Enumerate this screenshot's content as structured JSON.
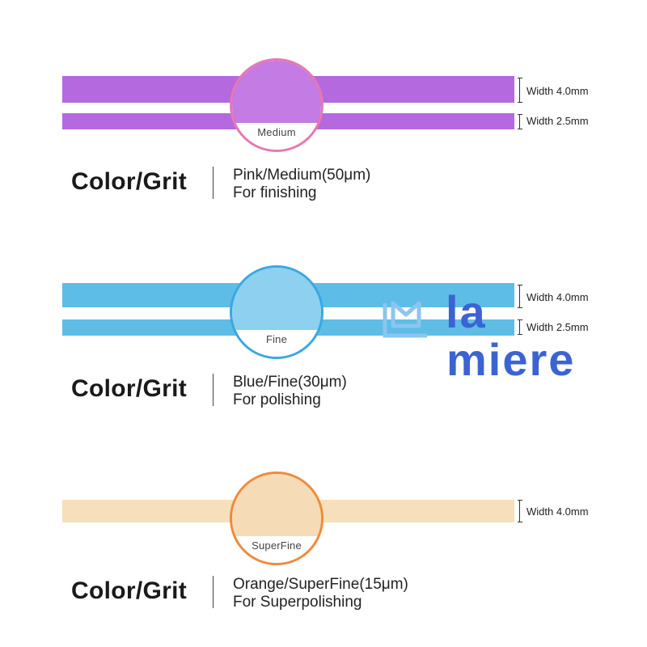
{
  "panels": [
    {
      "grit_label": "Medium",
      "colors": {
        "strip": "#b469df",
        "circle_fill": "#c47be3",
        "circle_border": "#e878b0"
      },
      "widths": [
        "Width 4.0mm",
        "Width 2.5mm"
      ],
      "title": "Color/Grit",
      "desc_line1": "Pink/Medium(50μm)",
      "desc_line2": "For finishing"
    },
    {
      "grit_label": "Fine",
      "colors": {
        "strip": "#5dbde6",
        "circle_fill": "#8dd0ef",
        "circle_border": "#3aa8e0"
      },
      "widths": [
        "Width 4.0mm",
        "Width 2.5mm"
      ],
      "title": "Color/Grit",
      "desc_line1": "Blue/Fine(30μm)",
      "desc_line2": "For polishing"
    },
    {
      "grit_label": "SuperFine",
      "colors": {
        "strip": "#f6dfbb",
        "circle_fill": "#f5dcb6",
        "circle_border": "#f08a3a"
      },
      "widths": [
        "Width 4.0mm"
      ],
      "title": "Color/Grit",
      "desc_line1": "Orange/SuperFine(15μm)",
      "desc_line2": "For Superpolishing"
    }
  ],
  "logo": {
    "line1": "la",
    "line2": "miere",
    "color": "#3b63d3",
    "icon": "lamiere-logo-icon"
  }
}
